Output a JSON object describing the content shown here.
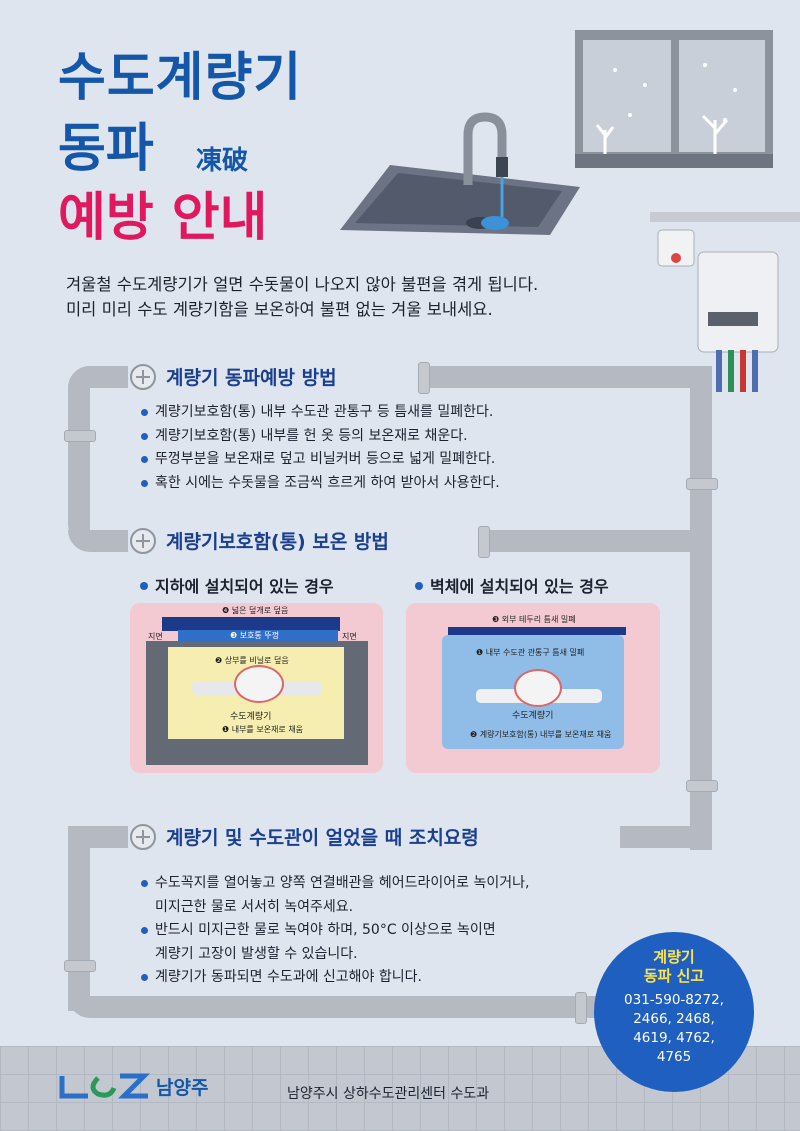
{
  "title": {
    "line1": "수도계량기",
    "line2": "동파",
    "hanja": "凍破",
    "line3": "예방 안내"
  },
  "intro": {
    "line1": "겨울철 수도계량기가 얼면 수돗물이 나오지 않아 불편을 겪게 됩니다.",
    "line2": "미리 미리 수도 계량기함을 보온하여 불편 없는 겨울 보내세요."
  },
  "section1": {
    "heading": "계량기 동파예방 방법",
    "items": [
      "계량기보호함(통) 내부 수도관 관통구 등 틈새를 밀폐한다.",
      "계량기보호함(통) 내부를 헌 옷 등의 보온재로 채운다.",
      "뚜껑부분을 보온재로 덮고 비닐커버 등으로 넓게 밀폐한다.",
      "혹한 시에는 수돗물을 조금씩 흐르게 하여 받아서 사용한다."
    ]
  },
  "section2": {
    "heading": "계량기보호함(통) 보온 방법",
    "underground": {
      "title": "지하에 설치되어 있는 경우",
      "label_top": "❹ 넓은 덮개로 덮음",
      "label_lid": "❸ 보호통 뚜껑",
      "ground_left": "지면",
      "ground_right": "지면",
      "label_vinyl": "❷ 상부를 비닐로 덮음",
      "meter": "수도계량기",
      "label_fill": "❶ 내부를 보온재로 채움"
    },
    "wall": {
      "title": "벽체에 설치되어 있는 경우",
      "label_outer": "❸ 외부 테두리 틈새 밀폐",
      "label_pipe": "❶ 내부 수도관 관통구 틈새 밀폐",
      "meter": "수도계량기",
      "label_fill": "❷ 계량기보호함(통) 내부를 보온재로 채움"
    }
  },
  "section3": {
    "heading": "계량기 및 수도관이 얼었을 때 조치요령",
    "items": [
      {
        "l1": "수도꼭지를 열어놓고 양쪽 연결배관을 헤어드라이어로 녹이거나,",
        "l2": "미지근한 물로 서서히 녹여주세요."
      },
      {
        "l1": "반드시 미지근한 물로 녹여야 하며, 50°C 이상으로 녹이면",
        "l2": "계량기 고장이 발생할 수 있습니다."
      },
      {
        "l1": "계량기가 동파되면 수도과에 신고해야 합니다.",
        "l2": ""
      }
    ]
  },
  "badge": {
    "title1": "계량기",
    "title2": "동파 신고",
    "phone1": "031-590-8272,",
    "phone2": "2466, 2468,",
    "phone3": "4619, 4762,",
    "phone4": "4765"
  },
  "footer": {
    "logo_text": "남양주",
    "org": "남양주시 상하수도관리센터 수도과"
  },
  "colors": {
    "blue": "#1456a8",
    "pink": "#e0185e",
    "background": "#dfe5ee",
    "pipe": "#b5bac2"
  }
}
